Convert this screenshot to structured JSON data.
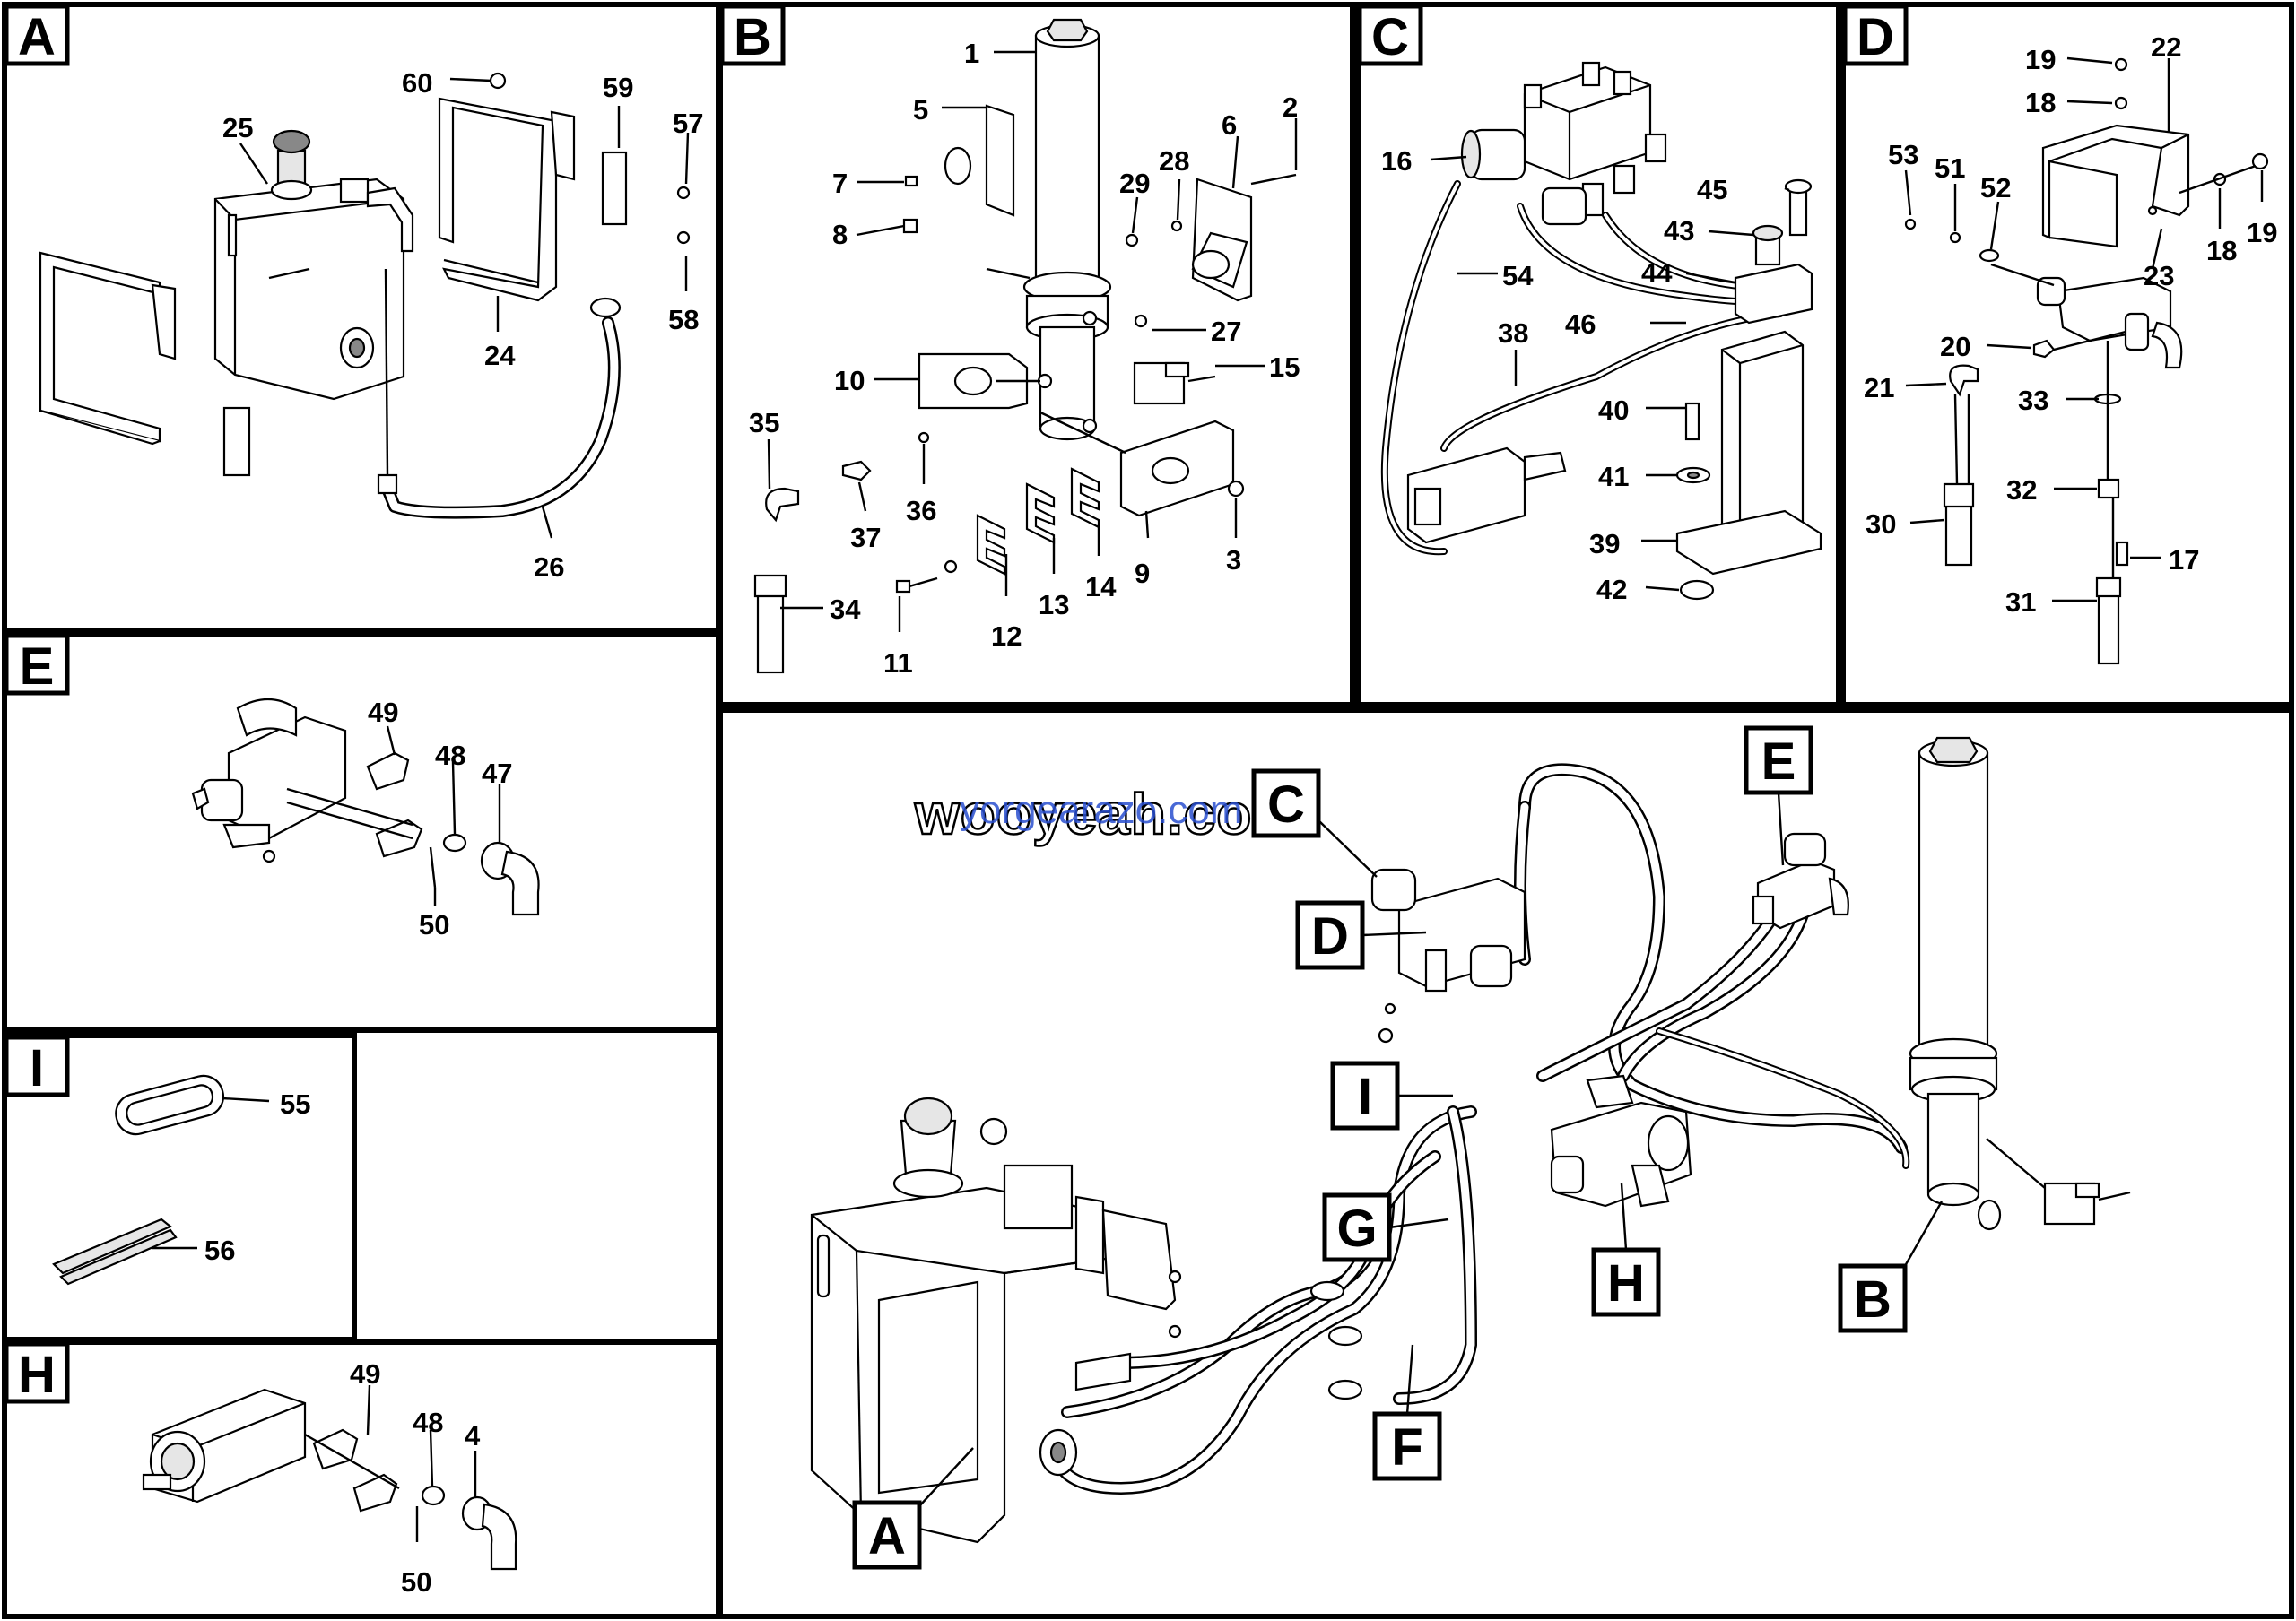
{
  "panels": {
    "A": {
      "label": "A",
      "callouts": [
        "25",
        "60",
        "59",
        "57",
        "24",
        "58",
        "26"
      ]
    },
    "B": {
      "label": "B",
      "callouts": [
        "1",
        "5",
        "6",
        "2",
        "7",
        "8",
        "29",
        "28",
        "27",
        "10",
        "15",
        "35",
        "37",
        "36",
        "9",
        "3",
        "34",
        "11",
        "12",
        "13",
        "14"
      ]
    },
    "C": {
      "label": "C",
      "callouts": [
        "16",
        "45",
        "43",
        "54",
        "44",
        "46",
        "38",
        "40",
        "41",
        "39",
        "42"
      ]
    },
    "D": {
      "label": "D",
      "callouts": [
        "19",
        "22",
        "18",
        "53",
        "51",
        "52",
        "18",
        "19",
        "23",
        "20",
        "21",
        "33",
        "32",
        "30",
        "17",
        "31"
      ]
    },
    "E": {
      "label": "E",
      "callouts": [
        "49",
        "48",
        "47",
        "50"
      ]
    },
    "I": {
      "label": "I",
      "callouts": [
        "55",
        "56"
      ]
    },
    "H": {
      "label": "H",
      "callouts": [
        "49",
        "48",
        "4",
        "50"
      ]
    }
  },
  "overview_labels": [
    "C",
    "D",
    "E",
    "I",
    "G",
    "H",
    "B",
    "F",
    "A"
  ],
  "watermark": {
    "text": "wooyeah.com",
    "overlay": "yorgearazo.com"
  },
  "colors": {
    "line": "#000000",
    "background": "#ffffff",
    "watermark_overlay": "#2a4fd0"
  }
}
